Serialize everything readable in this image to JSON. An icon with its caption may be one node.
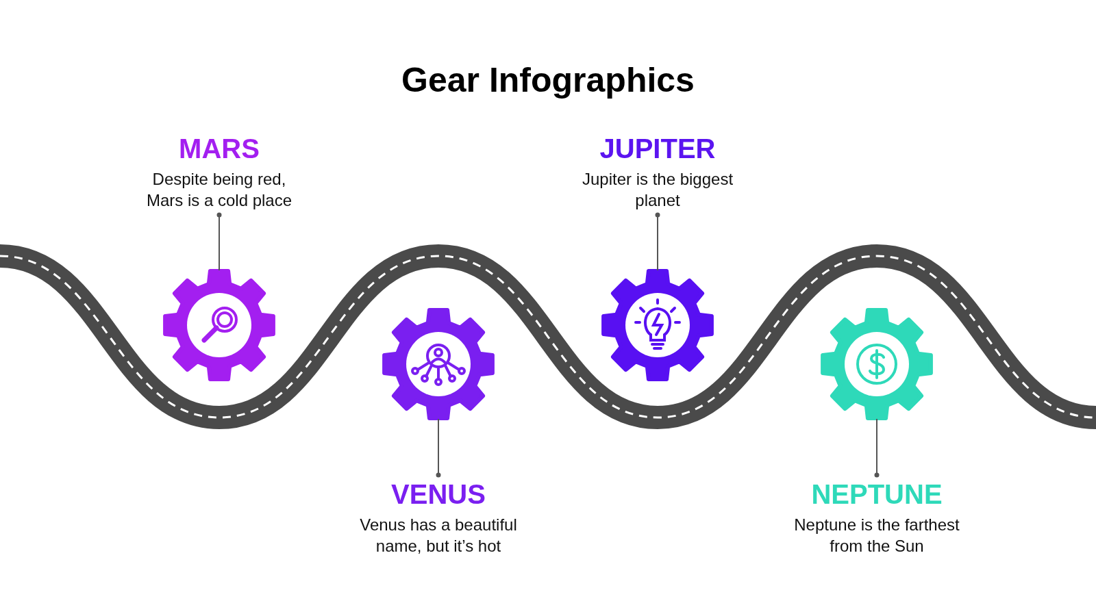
{
  "diagram": {
    "title": "Gear Infographics",
    "nodes": [
      {
        "text": [
          "MARS",
          "Despite being red, Mars is a cold place"
        ]
      },
      {
        "text": [
          "JUPITER",
          "Jupiter is the biggest planet"
        ]
      },
      {
        "text": [],
        "shape": "gear"
      },
      {
        "text": [],
        "shape": "gear"
      },
      {
        "text": [],
        "shape": "gear"
      },
      {
        "text": [],
        "shape": "gear"
      },
      {
        "text": [
          "VENUS",
          "Venus has a beautiful name, but it’s hot"
        ]
      },
      {
        "text": [
          "NEPTUNE",
          "Neptune is the farthest from the Sun"
        ]
      }
    ],
    "edges": [
      {
        "from": 2,
        "to": 0,
        "arrow": "other"
      },
      {
        "from": 3,
        "to": 6,
        "arrow": "other"
      },
      {
        "from": 4,
        "to": 1,
        "arrow": "other"
      },
      {
        "from": 5,
        "to": 7,
        "arrow": "other"
      }
    ]
  }
}
